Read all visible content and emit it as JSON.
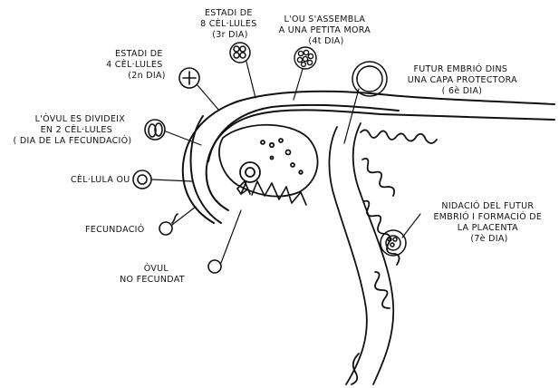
{
  "colors": {
    "ink": "#111111",
    "background": "#ffffff"
  },
  "labels": {
    "stage8": [
      "ESTADI DE",
      "8 CÈL·LULES",
      "(3r DIA)"
    ],
    "morula": [
      "L'OU S'ASSEMBLA",
      "A UNA PETITA MORA",
      "(4t DIA)"
    ],
    "stage4": [
      "ESTADI DE",
      "4 CÈL·LULES",
      "(2n DIA)"
    ],
    "blastocyst": [
      "FUTUR EMBRIÓ DINS",
      "UNA CAPA PROTECTORA",
      "( 6è DIA)"
    ],
    "division": [
      "L'ÒVUL ES DIVIDEIX",
      "EN 2 CÈL·LULES",
      "( DIA DE LA FECUNDACIÓ)"
    ],
    "zygote": [
      "CÈL·LULA OU"
    ],
    "fertilization": [
      "FECUNDACIÓ"
    ],
    "unfertilized": [
      "ÒVUL",
      "NO FECUNDAT"
    ],
    "nidation": [
      "NIDACIÓ DEL FUTUR",
      "EMBRIÓ I FORMACIÓ DE",
      "LA PLACENTA",
      "(7è DIA)"
    ]
  }
}
